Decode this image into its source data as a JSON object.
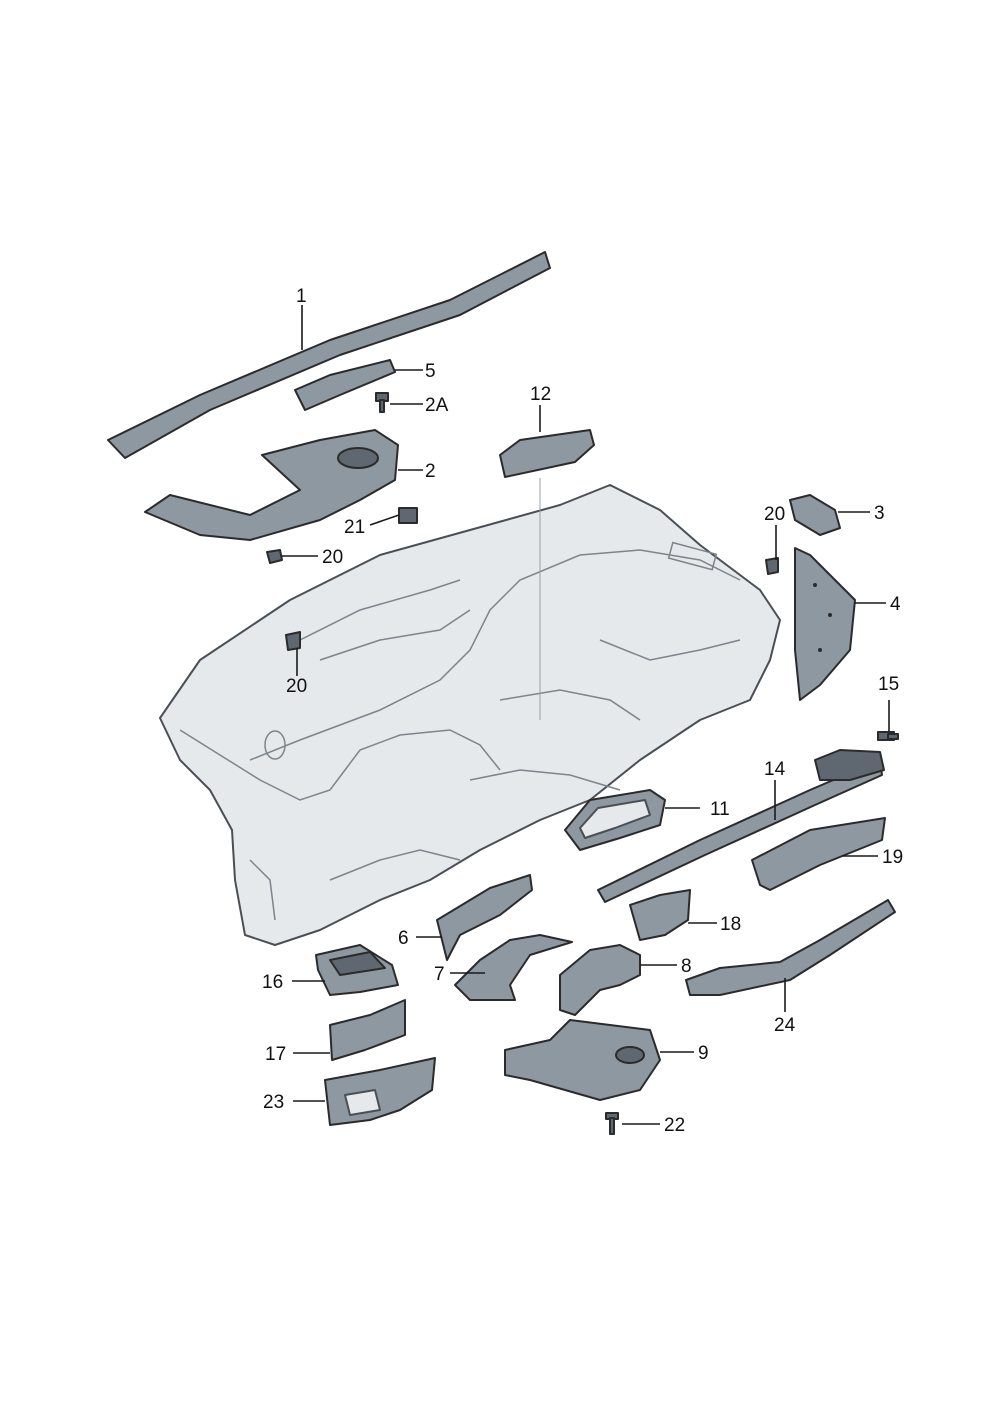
{
  "callouts": {
    "c1": "1",
    "c2": "2",
    "c2a": "2A",
    "c3": "3",
    "c4": "4",
    "c5": "5",
    "c6": "6",
    "c7": "7",
    "c8": "8",
    "c9": "9",
    "c11": "11",
    "c12": "12",
    "c14": "14",
    "c15": "15",
    "c16": "16",
    "c17": "17",
    "c18": "18",
    "c19": "19",
    "c20a": "20",
    "c20b": "20",
    "c20c": "20",
    "c21": "21",
    "c22": "22",
    "c23": "23",
    "c24": "24"
  },
  "colors": {
    "part_fill": "#8e98a0",
    "part_dark": "#5f6870",
    "frame_fill": "#e6e9ec",
    "line": "#1a1a1a"
  }
}
